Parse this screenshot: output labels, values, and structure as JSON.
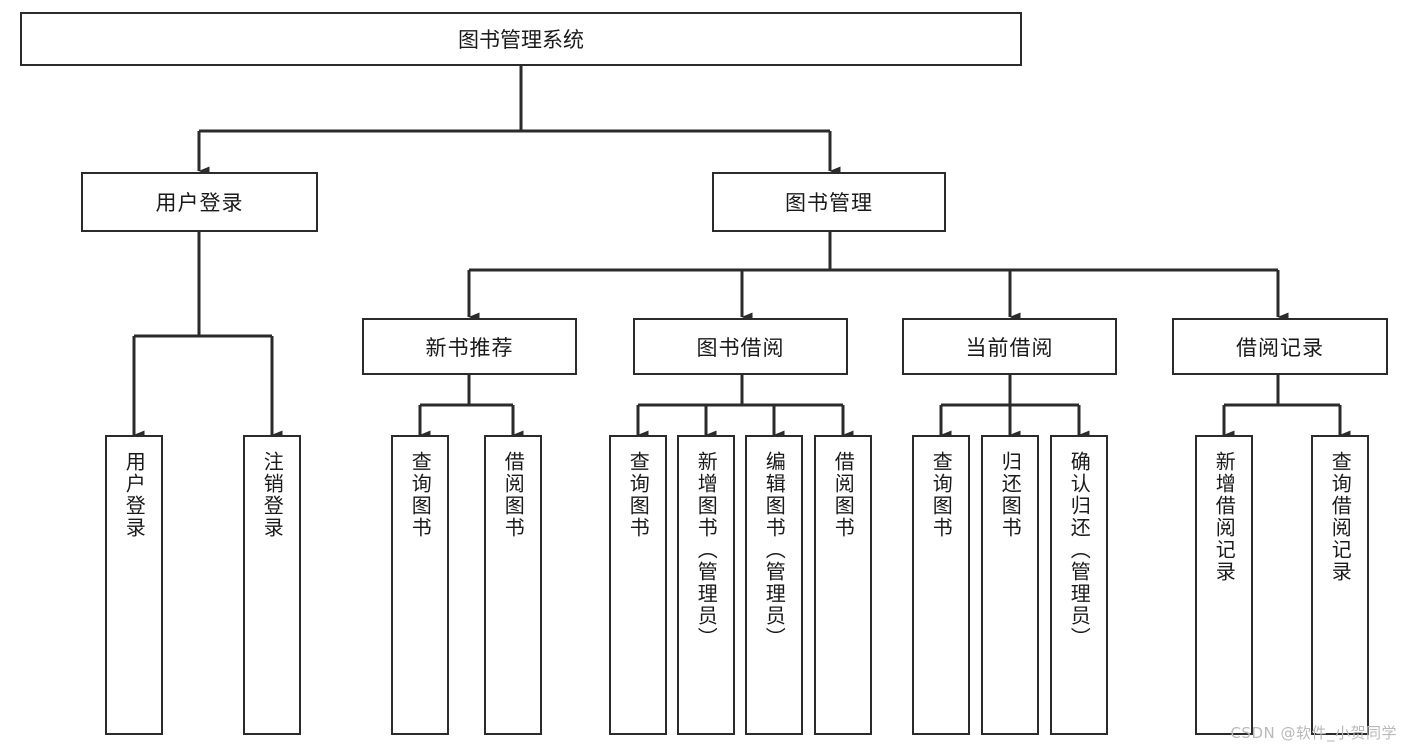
{
  "diagram": {
    "type": "tree",
    "title": "图书管理系统",
    "watermark": "CSDN @软件_小贺同学",
    "colors": {
      "box_border": "#2b2b2b",
      "box_fill": "#ffffff",
      "connector": "#2b2b2b",
      "text": "#1a1a1a",
      "watermark": "#b9b9b9"
    },
    "nodes": {
      "root": {
        "label": "图书管理系统"
      },
      "level1": [
        {
          "label": "用户登录"
        },
        {
          "label": "图书管理"
        }
      ],
      "level2": [
        {
          "label": "新书推荐"
        },
        {
          "label": "图书借阅"
        },
        {
          "label": "当前借阅"
        },
        {
          "label": "借阅记录"
        }
      ],
      "leaves": {
        "user_login": [
          {
            "label": "用户登录"
          },
          {
            "label": "注销登录"
          }
        ],
        "new_book": [
          {
            "label": "查询图书"
          },
          {
            "label": "借阅图书"
          }
        ],
        "borrow_book": [
          {
            "label": "查询图书"
          },
          {
            "label": "新增图书（管理员）"
          },
          {
            "label": "编辑图书（管理员）"
          },
          {
            "label": "借阅图书"
          }
        ],
        "current_borrow": [
          {
            "label": "查询图书"
          },
          {
            "label": "归还图书"
          },
          {
            "label": "确认归还（管理员）"
          }
        ],
        "borrow_record": [
          {
            "label": "新增借阅记录"
          },
          {
            "label": "查询借阅记录"
          }
        ]
      }
    }
  }
}
